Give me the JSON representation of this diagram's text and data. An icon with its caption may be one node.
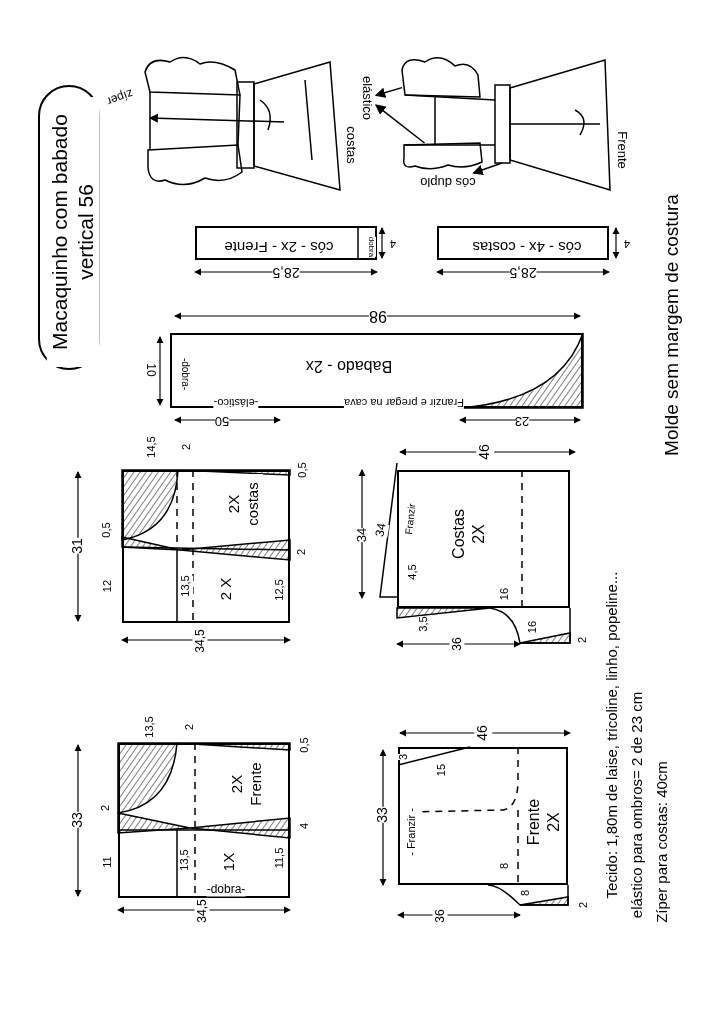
{
  "diagram": {
    "nodes": [
      {
        "text": [
          "Macaquinho com babado vertical 56"
        ]
      },
      {
        "text": [
          "elástico"
        ]
      },
      {
        "text": [
          "cós duplo"
        ]
      },
      {
        "text": [
          "cós - 2x - Frente",
          "dobra"
        ]
      },
      {
        "text": [
          "cós - 4x - costas"
        ]
      },
      {
        "text": [
          "Babado - 2x",
          "-dobra-",
          "-elástico-",
          "Franzir e pregar na cava"
        ]
      },
      {
        "text": [
          "2X costas",
          "2 X"
        ]
      },
      {
        "text": [
          "Costas 2X",
          "Franzir"
        ]
      },
      {
        "text": [
          "2X Frente",
          "1X",
          "-dobra-"
        ]
      },
      {
        "text": [
          "Frente 2X",
          "- Franzir -"
        ]
      },
      {
        "text": [],
        "shape": "picture"
      },
      {
        "text": [],
        "shape": "picture"
      },
      {
        "text": [],
        "shape": "bar"
      }
    ],
    "edges": [
      {
        "from": 10,
        "to": 1,
        "arrow": "to"
      },
      {
        "from": 11,
        "to": 1,
        "arrow": "to"
      },
      {
        "from": 12,
        "to": 2,
        "arrow": "to"
      }
    ],
    "labels": [
      "zíper",
      "costas",
      "Frente",
      "Molde sem margem de costura",
      "4",
      "28,5",
      "4",
      "28,5",
      "98",
      "10",
      "50",
      "23",
      "14,5",
      "2",
      "0,5",
      "31",
      "0,5",
      "2",
      "12",
      "13,5",
      "12,5",
      "34,5",
      "46",
      "34",
      "34",
      "4,5",
      "3,5",
      "16",
      "16",
      "36",
      "2",
      "13,5",
      "2",
      "0,5",
      "33",
      "2",
      "4",
      "11",
      "13,5",
      "11,5",
      "34,5",
      "46",
      "3",
      "15",
      "33",
      "8",
      "8",
      "36",
      "2",
      "Tecido: 1,80m de laise, tricoline, linho, popeline...",
      "elástico para ombros= 2 de 23 cm",
      "Zíper para costas: 40cm"
    ]
  }
}
